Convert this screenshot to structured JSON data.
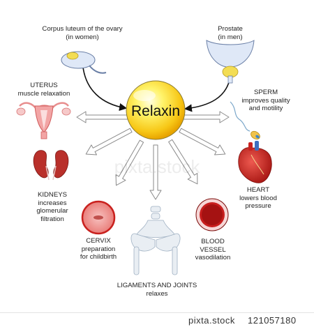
{
  "center": {
    "label": "Relaxin"
  },
  "sources": [
    {
      "name": "corpus-luteum",
      "lines": [
        "Corpus luteum of the ovary",
        "(in women)"
      ]
    },
    {
      "name": "prostate",
      "lines": [
        "Prostate",
        "(in men)"
      ]
    }
  ],
  "targets": [
    {
      "name": "uterus",
      "lines": [
        "UTERUS",
        "muscle relaxation"
      ]
    },
    {
      "name": "sperm",
      "lines": [
        "SPERM",
        "improves quality",
        "and motility"
      ]
    },
    {
      "name": "kidneys",
      "lines": [
        "KIDNEYS",
        "increases",
        "glomerular",
        "filtration"
      ]
    },
    {
      "name": "heart",
      "lines": [
        "HEART",
        "lowers blood",
        "pressure"
      ]
    },
    {
      "name": "cervix",
      "lines": [
        "CERVIX",
        "preparation",
        "for childbirth"
      ]
    },
    {
      "name": "blood-vessel",
      "lines": [
        "BLOOD",
        "VESSEL",
        "vasodilation"
      ]
    },
    {
      "name": "ligaments",
      "lines": [
        "LIGAMENTS AND JOINTS",
        "relaxes"
      ]
    }
  ],
  "footer": {
    "brand": "pixta.stock",
    "image_id": "121057180"
  },
  "colors": {
    "sphere_core": "#fff36a",
    "sphere_edge": "#f2b705",
    "arrow_outline": "#8a8a8a",
    "muscle": "#f2a5a5",
    "kidney": "#b9302b",
    "heart": "#c9211e",
    "vessel": "#c81e1e",
    "bone": "#e9eef3"
  }
}
